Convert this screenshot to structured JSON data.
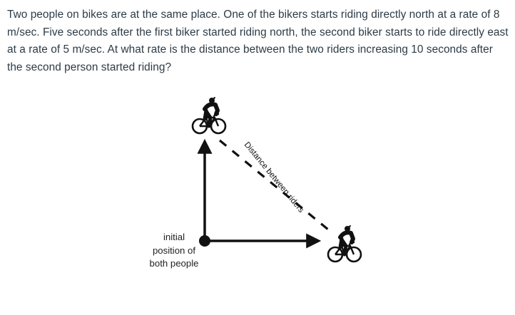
{
  "question": {
    "text": "Two people on bikes are at the same place. One of the bikers starts riding directly north at a rate of 8 m/sec. Five seconds after the first biker started riding north, the second biker starts to ride directly east at a rate of 5 m/sec. At what rate is the distance between the two riders increasing 10 seconds after the second person started riding?"
  },
  "figure": {
    "diagonal_label": "Distance between riders",
    "origin_label_lines": [
      "initial",
      "position of",
      "both people"
    ],
    "icons": [
      "cyclist-north-icon",
      "cyclist-east-icon",
      "origin-dot"
    ]
  }
}
